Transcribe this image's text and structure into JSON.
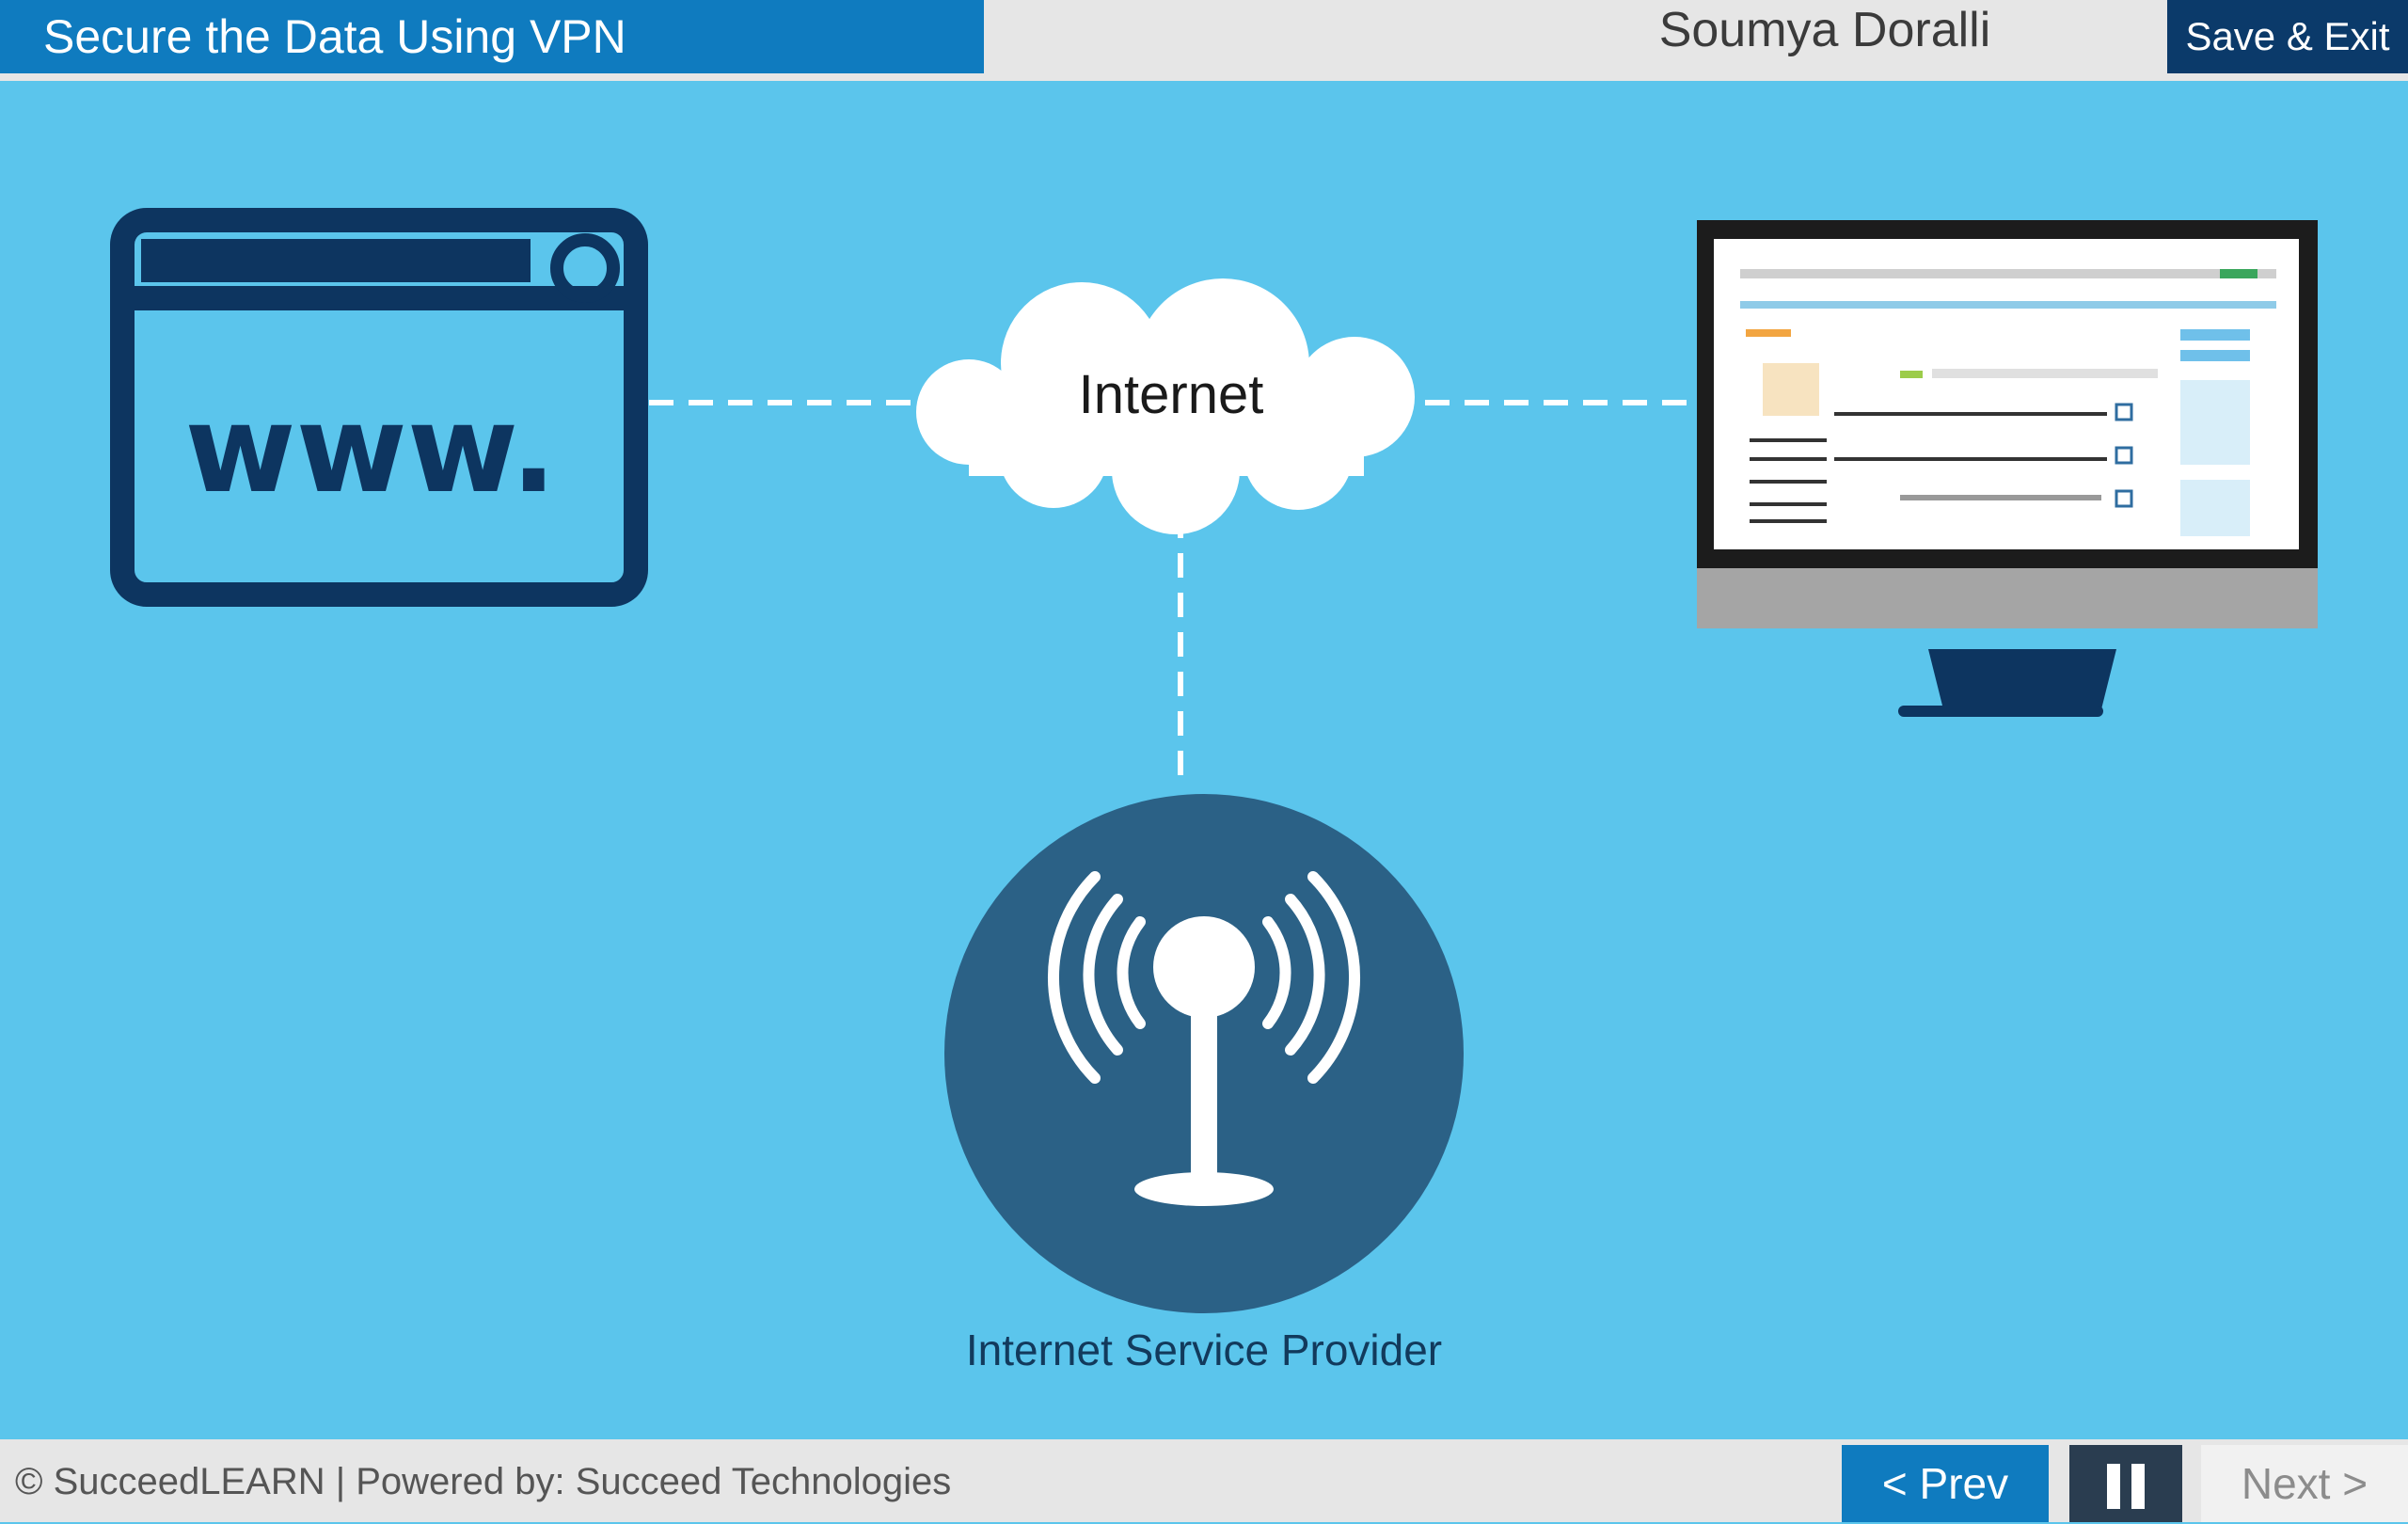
{
  "header": {
    "title": "Secure the Data Using VPN",
    "user_name": "Soumya Doralli",
    "save_exit_label": "Save & Exit"
  },
  "diagram": {
    "www_label": "www.",
    "cloud_label": "Internet",
    "isp_label": "Internet Service Provider",
    "icons": [
      "browser-window-icon",
      "cloud-icon",
      "monitor-icon",
      "antenna-icon"
    ]
  },
  "footer": {
    "copyright": "© SucceedLEARN | Powered by: Succeed Technologies",
    "prev_label": "< Prev",
    "next_label": "Next >"
  },
  "colors": {
    "stage_bg": "#5bc5ec",
    "title_bg": "#0f7bbf",
    "save_bg": "#0b3a6a",
    "icon_dark": "#0d3560",
    "isp_circle": "#2b6186"
  }
}
